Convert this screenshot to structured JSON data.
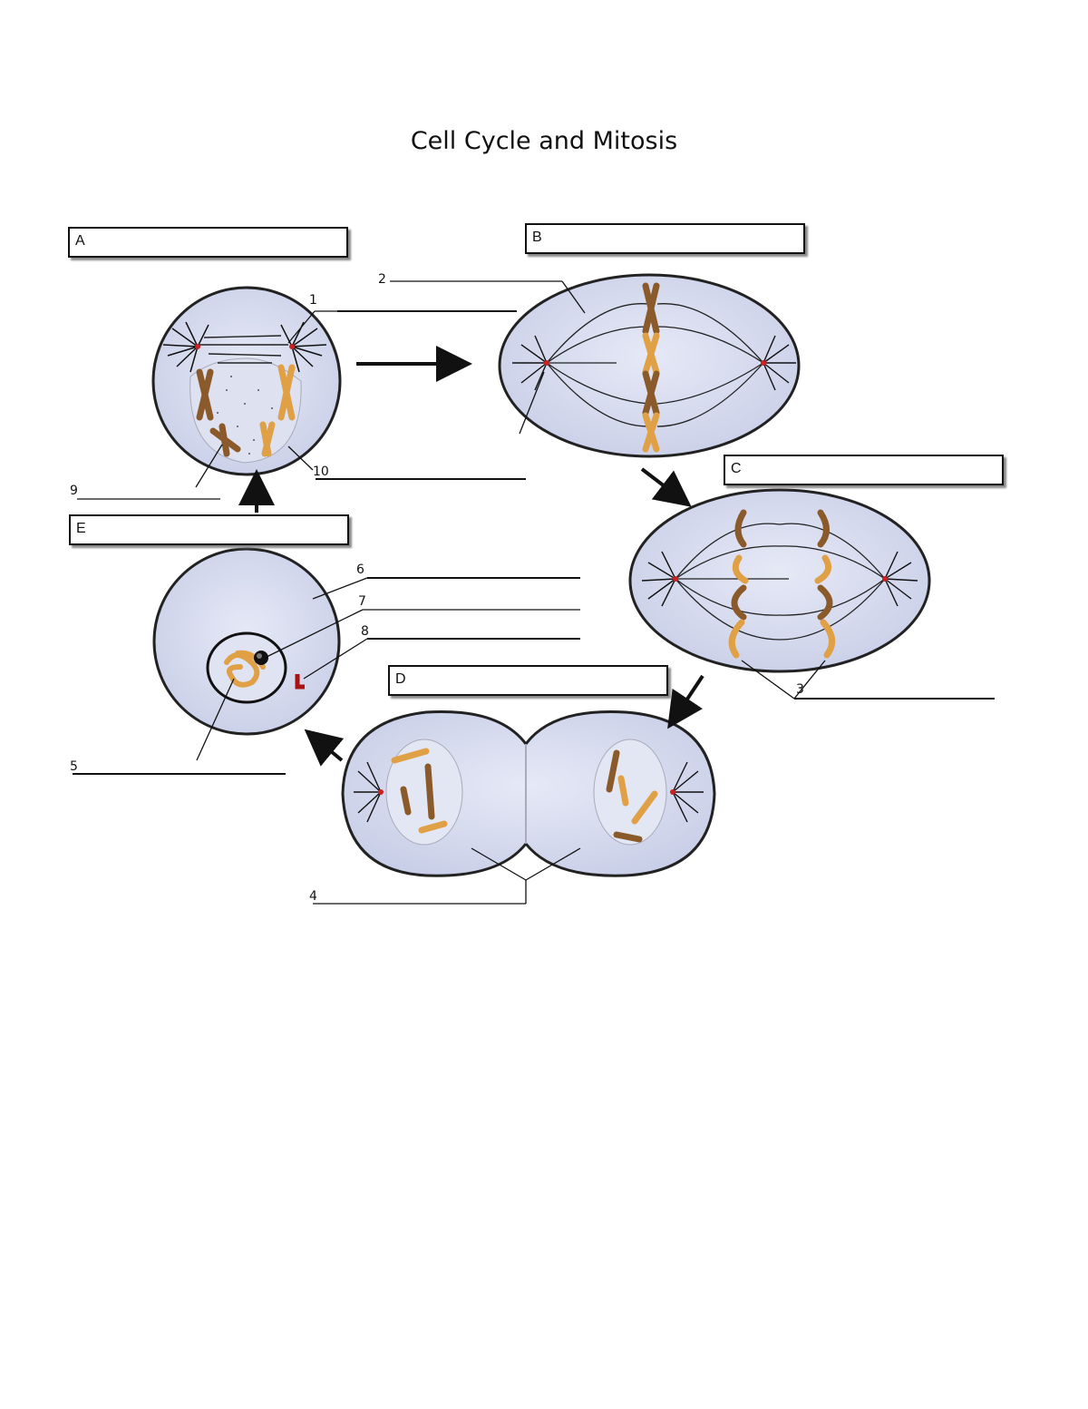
{
  "title": "Cell Cycle and Mitosis",
  "stage_boxes": {
    "a": "A",
    "b": "B",
    "c": "C",
    "d": "D",
    "e": "E"
  },
  "labels": {
    "n1": "1",
    "n2": "2",
    "n3": "3",
    "n4": "4",
    "n5": "5",
    "n6": "6",
    "n7": "7",
    "n8": "8",
    "n9": "9",
    "n10": "10"
  },
  "colors": {
    "cell_fill": "#d6dbee",
    "cell_stroke": "#222222",
    "chromosome": "#e0a045",
    "chromosome_dark": "#8a5a2a",
    "centrosome": "#cc2222",
    "arrow": "#111111"
  }
}
